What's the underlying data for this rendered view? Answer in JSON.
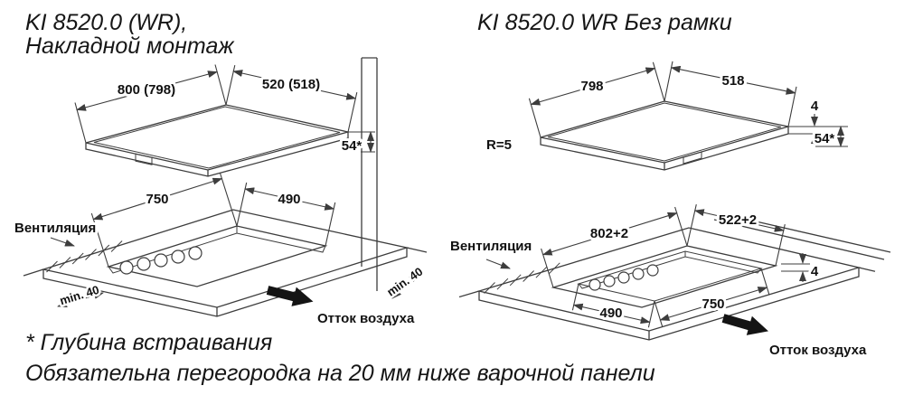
{
  "titles": {
    "left_line1": "KI 8520.0 (WR),",
    "left_line2": "Накладной монтаж",
    "right": "KI 8520.0 WR Без рамки"
  },
  "left": {
    "dim_width": "800 (798)",
    "dim_depth": "520 (518)",
    "dim_install_depth": "54*",
    "cutout_width": "750",
    "cutout_depth": "490",
    "ventilation": "Вентиляция",
    "clearance_left": "min. 40",
    "clearance_right": "min. 40",
    "air_outflow": "Отток воздуха"
  },
  "right": {
    "dim_width": "798",
    "dim_depth": "518",
    "dim_glass_thickness": "4",
    "dim_install_depth": "54*",
    "corner_radius": "R=5",
    "cutout_width": "802+2",
    "cutout_depth": "522+2",
    "dim_step": "4",
    "inner_cutout_depth": "490",
    "inner_cutout_width": "750",
    "ventilation": "Вентиляция",
    "air_outflow": "Отток воздуха"
  },
  "footnotes": {
    "asterisk_note": "* Глубина встраивания",
    "partition_note": "Обязательна перегородка на 20 мм ниже варочной панели"
  }
}
